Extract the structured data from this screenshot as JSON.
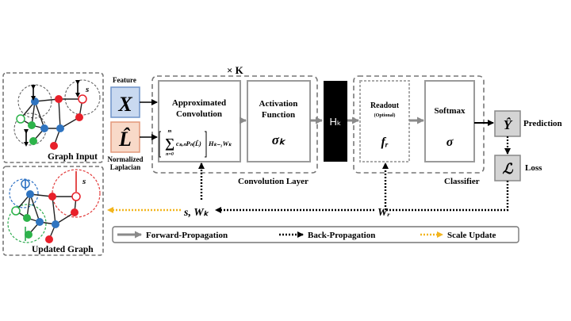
{
  "texts": {
    "repeat": "× K",
    "feature": "Feature",
    "x_symbol": "X",
    "l_symbol": "L̂",
    "normalized": "Normalized",
    "laplacian": "Laplacian",
    "approx_line1": "Approximated",
    "approx_line2": "Convolution",
    "formula_sum": "∑",
    "formula_top": "m",
    "formula_bottom": "n=0",
    "formula_body": "cₛ,ₙPₙ(L̂)",
    "formula_tail": "Hₖ₋₁Wₖ",
    "activation_line1": "Activation",
    "activation_line2": "Function",
    "sigma_k": "σₖ",
    "conv_layer": "Convolution Layer",
    "hk": "Hₖ",
    "readout": "Readout",
    "optional": "(Optional)",
    "f_r": "fᵣ",
    "softmax": "Softmax",
    "sigma": "σ",
    "classifier": "Classifier",
    "y_hat": "Ŷ",
    "prediction": "Prediction",
    "loss_symbol": "ℒ",
    "loss": "Loss",
    "s_wk": "s, Wₖ",
    "w_r": "Wᵣ",
    "graph_input": "Graph Input",
    "updated_graph": "Updated Graph",
    "s1": "s",
    "s2": "s",
    "s3": "s",
    "legend_forward": "Forward-Propagation",
    "legend_back": "Back-Propagation",
    "legend_scale": "Scale Update"
  },
  "colors": {
    "feature_fill": "#c9d9f0",
    "feature_border": "#6f93c9",
    "laplacian_fill": "#f8d9c8",
    "laplacian_border": "#e2987a",
    "hk_fill": "#000000",
    "output_fill": "#d4d4d4",
    "node_red": "#e8202a",
    "node_blue": "#2f74c0",
    "node_green": "#2db34a",
    "scale_update": "#f2b51e",
    "circle_red": "#e23b3b",
    "circle_green": "#2cab4e",
    "circle_blue": "#2a6fc4"
  }
}
